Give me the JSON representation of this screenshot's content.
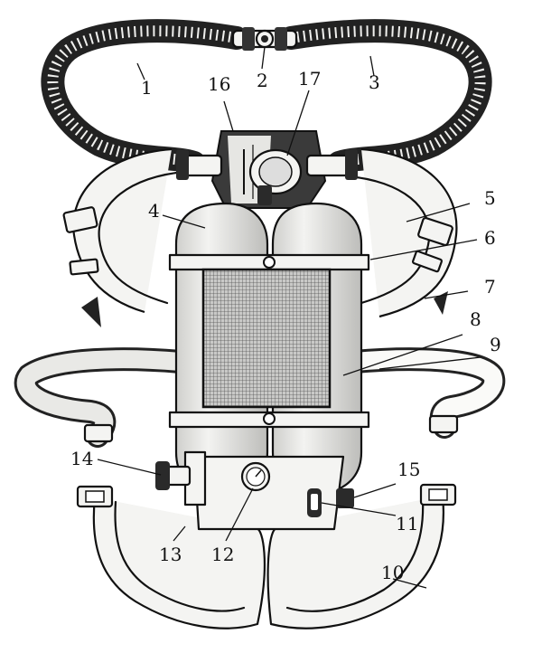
{
  "callouts": [
    {
      "id": "1",
      "text": "1"
    },
    {
      "id": "2",
      "text": "2"
    },
    {
      "id": "3",
      "text": "3"
    },
    {
      "id": "4",
      "text": "4"
    },
    {
      "id": "5",
      "text": "5"
    },
    {
      "id": "6",
      "text": "6"
    },
    {
      "id": "7",
      "text": "7"
    },
    {
      "id": "8",
      "text": "8"
    },
    {
      "id": "9",
      "text": "9"
    },
    {
      "id": "10",
      "text": "10"
    },
    {
      "id": "11",
      "text": "11"
    },
    {
      "id": "12",
      "text": "12"
    },
    {
      "id": "13",
      "text": "13"
    },
    {
      "id": "14",
      "text": "14"
    },
    {
      "id": "15",
      "text": "15"
    },
    {
      "id": "16",
      "text": "16"
    },
    {
      "id": "17",
      "text": "17"
    }
  ],
  "colors": {
    "ink": "#111111",
    "paper": "#ffffff",
    "strap": "#f4f4f2",
    "hose": "#2a2a2a",
    "cylinder_shade": "#d9d9d6",
    "screen": "#9a9a98"
  }
}
